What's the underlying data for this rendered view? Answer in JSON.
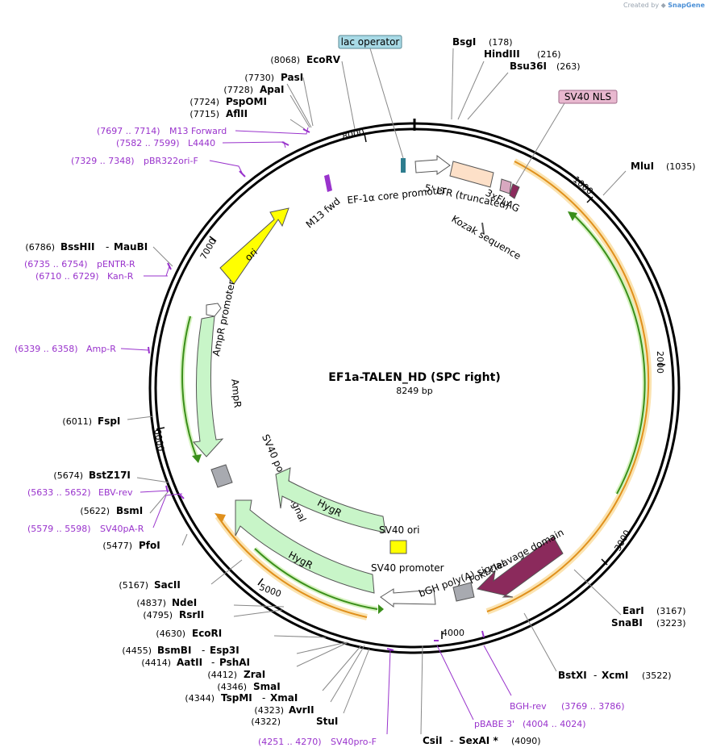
{
  "header": {
    "created_by": "Created by",
    "brand": "SnapGene"
  },
  "plasmid": {
    "name": "EF1a-TALEN_HD (SPC right)",
    "size_label": "8249 bp",
    "length": 8249
  },
  "colors": {
    "backbone": "#000000",
    "primer": "#9933cc",
    "enzyme_line": "#888888",
    "ori": "#ffff00",
    "resistance": "#c8f5c8",
    "promoter": "#ffffff",
    "ltr": "#fde0c8",
    "polyA": "#a8aab0",
    "fokI": "#8b2a5c",
    "misc_blue": "#2e7d8f",
    "orf_green": "#3a8f1a",
    "orf_orange": "#f0a030"
  },
  "ticks": [
    "1000",
    "2000",
    "3000",
    "4000",
    "5000",
    "6000",
    "7000",
    "8000"
  ],
  "sites": [
    {
      "pos": "(178)",
      "name": "BsgI"
    },
    {
      "pos": "(216)",
      "name": "HindIII"
    },
    {
      "pos": "(263)",
      "name": "Bsu36I"
    },
    {
      "pos": "(1035)",
      "name": "MluI"
    },
    {
      "pos": "(3167)",
      "name": "EarI"
    },
    {
      "pos": "(3223)",
      "name": "SnaBI"
    },
    {
      "pos": "(3522)",
      "name": "BstXI",
      "name2": "XcmI"
    },
    {
      "pos": "(4090)",
      "name": "CsiI",
      "name2": "SexAI *"
    },
    {
      "pos": "(4322)",
      "name": "StuI"
    },
    {
      "pos": "(4323)",
      "name": "AvrII"
    },
    {
      "pos": "(4344)",
      "name": "TspMI",
      "name2": "XmaI"
    },
    {
      "pos": "(4346)",
      "name": "SmaI"
    },
    {
      "pos": "(4412)",
      "name": "ZraI"
    },
    {
      "pos": "(4414)",
      "name": "AatII",
      "name2": "PshAI"
    },
    {
      "pos": "(4455)",
      "name": "BsmBI",
      "name2": "Esp3I"
    },
    {
      "pos": "(4630)",
      "name": "EcoRI"
    },
    {
      "pos": "(4795)",
      "name": "RsrII"
    },
    {
      "pos": "(4837)",
      "name": "NdeI"
    },
    {
      "pos": "(5167)",
      "name": "SacII"
    },
    {
      "pos": "(5477)",
      "name": "PfoI"
    },
    {
      "pos": "(5622)",
      "name": "BsmI"
    },
    {
      "pos": "(5674)",
      "name": "BstZ17I"
    },
    {
      "pos": "(6011)",
      "name": "FspI"
    },
    {
      "pos": "(6786)",
      "name": "BssHII",
      "name2": "MauBI"
    },
    {
      "pos": "(7715)",
      "name": "AflII"
    },
    {
      "pos": "(7724)",
      "name": "PspOMI"
    },
    {
      "pos": "(7728)",
      "name": "ApaI"
    },
    {
      "pos": "(7730)",
      "name": "PasI"
    },
    {
      "pos": "(8068)",
      "name": "EcoRV"
    }
  ],
  "primers": [
    {
      "pos": "(3769 .. 3786)",
      "name": "BGH-rev"
    },
    {
      "pos": "(4004 .. 4024)",
      "name": "pBABE 3'"
    },
    {
      "pos": "(4251 .. 4270)",
      "name": "SV40pro-F"
    },
    {
      "pos": "(5579 .. 5598)",
      "name": "SV40pA-R"
    },
    {
      "pos": "(5633 .. 5652)",
      "name": "EBV-rev"
    },
    {
      "pos": "(6339 .. 6358)",
      "name": "Amp-R"
    },
    {
      "pos": "(6710 .. 6729)",
      "name": "Kan-R"
    },
    {
      "pos": "(6735 .. 6754)",
      "name": "pENTR-R"
    },
    {
      "pos": "(7329 .. 7348)",
      "name": "pBR322ori-F"
    },
    {
      "pos": "(7582 .. 7599)",
      "name": "L4440"
    },
    {
      "pos": "(7697 .. 7714)",
      "name": "M13 Forward"
    }
  ],
  "boxed_features": {
    "lac_operator": "lac operator",
    "sv40_nls": "SV40 NLS"
  },
  "features": {
    "m13_fwd": "M13 fwd",
    "ef1a": "EF-1α core promoter",
    "ltr": "5' LTR (truncated)",
    "flag": "3xFLAG",
    "kozak": "Kozak sequence",
    "ori": "ori",
    "ampr_promoter": "AmpR promoter",
    "ampr": "AmpR",
    "sv40_polyA": "SV40 poly(A) signal",
    "hygr1": "HygR",
    "hygr2": "HygR",
    "sv40_ori": "SV40 ori",
    "sv40_promoter": "SV40 promoter",
    "bgh": "bGH poly(A) signal",
    "foki": "FokI cleavage domain"
  }
}
